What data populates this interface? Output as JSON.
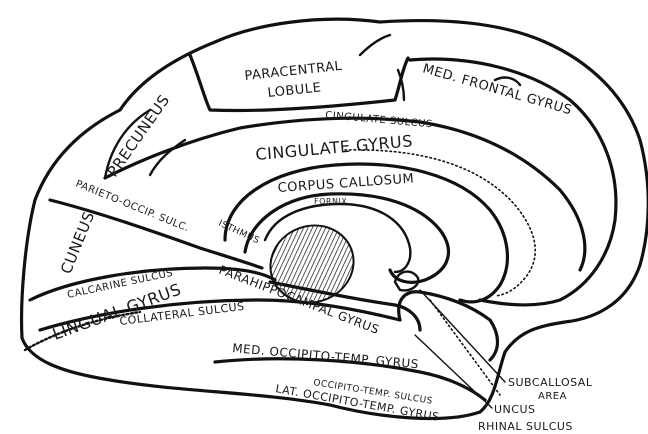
{
  "labels": {
    "paracentral_1": "PARACENTRAL",
    "paracentral_2": "LOBULE",
    "med_frontal_gyrus": "MED. FRONTAL GYRUS",
    "precuneus": "PRECUNEUS",
    "cingulate_sulcus": "CINGULATE SULCUS",
    "cingulate_gyrus": "CINGULATE GYRUS",
    "corpus_callosum": "CORPUS CALLOSUM",
    "fornix": "FORNIX",
    "parieto_occip_sulc": "PARIETO-OCCIP. SULC.",
    "isthmus": "ISTHMUS",
    "cuneus": "CUNEUS",
    "calcarine_sulcus": "CALCARINE SULCUS",
    "lingual_gyrus": "LINGUAL GYRUS",
    "parahippocampal_gyrus": "PARAHIPPOCAMPAL GYRUS",
    "collateral_sulcus": "COLLATERAL SULCUS",
    "med_occipito_temp_gyrus": "MED. OCCIPITO-TEMP. GYRUS",
    "occipito_temp_sulcus": "OCCIPITO-TEMP. SULCUS",
    "lat_occipito_temp_gyrus": "LAT. OCCIPITO-TEMP. GYRUS",
    "subcallosal_1": "SUBCALLOSAL",
    "subcallosal_2": "AREA",
    "uncus": "UNCUS",
    "rhinal_sulcus": "RHINAL SULCUS"
  }
}
